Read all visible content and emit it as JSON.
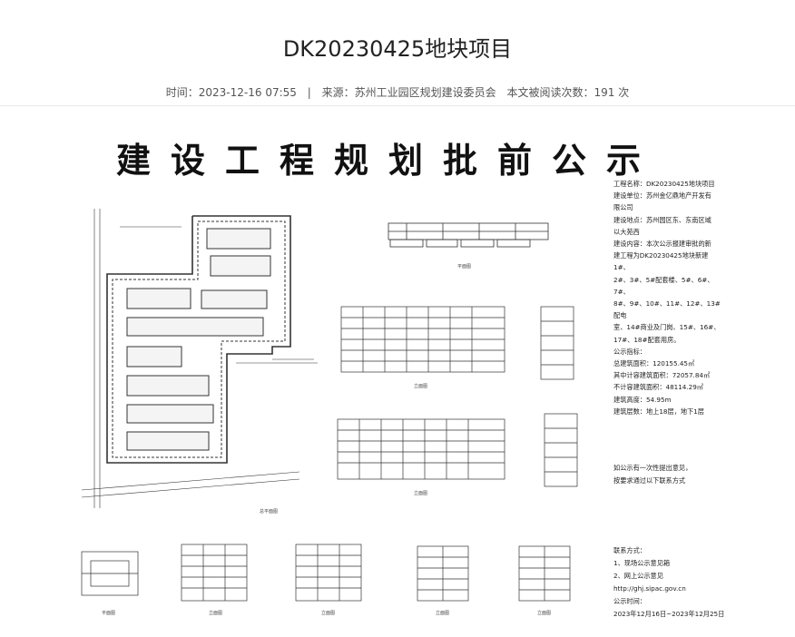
{
  "article": {
    "title": "DK20230425地块项目",
    "meta": {
      "time_label": "时间：",
      "time": "2023-12-16 07:55",
      "separator": "|",
      "source_label": "来源：",
      "source": "苏州工业园区规划建设委员会",
      "views_label": "本文被阅读次数：",
      "views": "191",
      "views_unit": "次"
    }
  },
  "poster": {
    "heading": "建设工程规划批前公示",
    "info_lines": [
      "工程名称：DK20230425地块项目",
      "建设单位：苏州金亿鼎地产开发有",
      "限公司",
      "建设地点：苏州园区东、东南区域",
      "以大苑西",
      "建设内容：本次公示报建审批的新",
      "建工程为DK20230425地块新建1#、",
      "2#、3#、5#配套楼、5#、6#、7#、",
      "8#、9#、10#、11#、12#、13#配电",
      "室、14#商业及门岗、15#、16#、",
      "17#、18#配套用房。",
      "公示指标：",
      "总建筑面积：120155.45㎡",
      "其中计容建筑面积：72057.84㎡",
      "不计容建筑面积：48114.29㎡",
      "建筑高度：54.95m",
      "建筑层数：地上18层，地下1层"
    ],
    "note_lines": [
      "如公示有一次性提出意见，",
      "按要求通过以下联系方式"
    ],
    "contact_lines": [
      "联系方式：",
      "1、现场公示意见箱",
      "2、网上公示意见",
      "http://ghj.sipac.gov.cn",
      "公示时间：",
      "2023年12月16日~2023年12月25日"
    ],
    "captions": {
      "site_plan": "总平面图",
      "floor_plan": "平面图",
      "elevation_1": "立面图",
      "elevation_2": "立面图",
      "bottom_1": "平面图",
      "bottom_2": "立面图",
      "bottom_3": "立面图",
      "bottom_4": "立面图",
      "bottom_5": "立面图"
    }
  }
}
